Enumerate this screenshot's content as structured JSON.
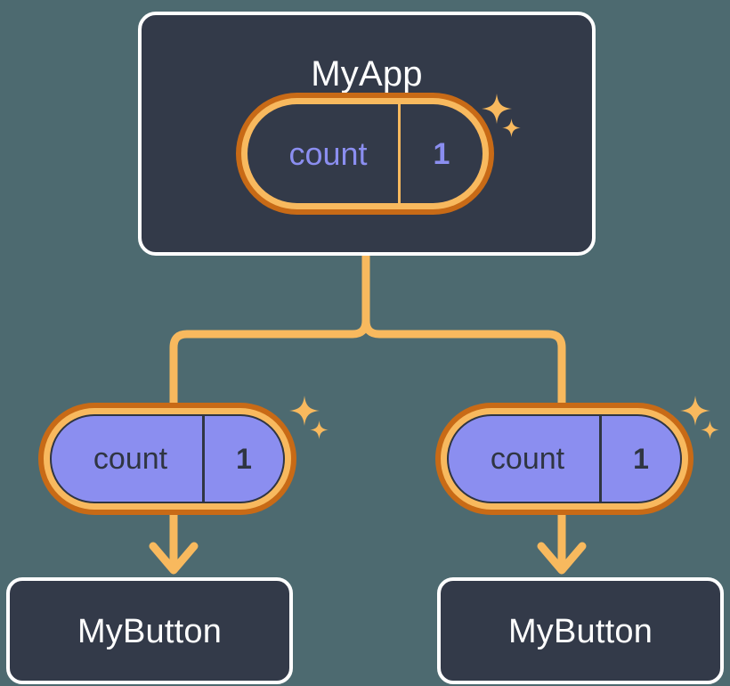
{
  "diagram": {
    "title": "MyApp component tree with shared count state",
    "type": "component-tree",
    "background_color": "#4d6a70"
  },
  "colors": {
    "canvas_background": "#4d6a70",
    "card_background": "#333a49",
    "card_border": "#ffffff",
    "card_text": "#ffffff",
    "pill_ring_outer": "#c86a16",
    "pill_ring_inner": "#f8b95e",
    "pill_fill_child": "#8b8ef0",
    "pill_fill_root": "#333a49",
    "state_text_root": "#8b8ef0",
    "state_text_child": "#2f3542",
    "connector_line": "#f8b95e",
    "sparkle": "#f8b95e"
  },
  "root": {
    "label": "MyApp",
    "state": {
      "name": "count",
      "value": "1"
    },
    "sparkles": [
      {
        "name": "sparkle-large",
        "size": 34
      },
      {
        "name": "sparkle-small",
        "size": 21
      }
    ]
  },
  "children": [
    {
      "id": "left",
      "state": {
        "name": "count",
        "value": "1"
      },
      "leaf": {
        "label": "MyButton"
      },
      "sparkles": [
        {
          "name": "sparkle-large",
          "size": 34
        },
        {
          "name": "sparkle-small",
          "size": 21
        }
      ]
    },
    {
      "id": "right",
      "state": {
        "name": "count",
        "value": "1"
      },
      "leaf": {
        "label": "MyButton"
      },
      "sparkles": [
        {
          "name": "sparkle-large",
          "size": 34
        },
        {
          "name": "sparkle-small",
          "size": 21
        }
      ]
    }
  ],
  "connectors": {
    "branch": {
      "name": "tree-branch-connector",
      "description": "rounded tee from MyApp down, splitting left and right to both count pills"
    },
    "arrows": [
      {
        "name": "arrow-left-pill-to-mybutton",
        "direction": "down"
      },
      {
        "name": "arrow-right-pill-to-mybutton",
        "direction": "down"
      }
    ]
  }
}
